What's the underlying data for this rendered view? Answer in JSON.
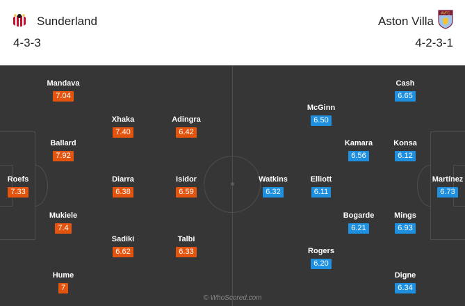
{
  "home": {
    "name": "Sunderland",
    "formation": "4-3-3",
    "crest": "sunderland-crest",
    "rating_color": "#e3540f",
    "players": [
      {
        "name": "Roefs",
        "rating": "7.33"
      },
      {
        "name": "Mandava",
        "rating": "7.04"
      },
      {
        "name": "Ballard",
        "rating": "7.92"
      },
      {
        "name": "Mukiele",
        "rating": "7.4"
      },
      {
        "name": "Hume",
        "rating": "7"
      },
      {
        "name": "Xhaka",
        "rating": "7.40"
      },
      {
        "name": "Diarra",
        "rating": "6.38"
      },
      {
        "name": "Sadiki",
        "rating": "6.62"
      },
      {
        "name": "Adingra",
        "rating": "6.42"
      },
      {
        "name": "Isidor",
        "rating": "6.59"
      },
      {
        "name": "Talbi",
        "rating": "6.33"
      }
    ]
  },
  "away": {
    "name": "Aston Villa",
    "formation": "4-2-3-1",
    "crest": "aston-villa-crest",
    "crest_text": "AVFC",
    "rating_color": "#1f8fe0",
    "players": [
      {
        "name": "Martínez",
        "rating": "6.73"
      },
      {
        "name": "Cash",
        "rating": "6.65"
      },
      {
        "name": "Konsa",
        "rating": "6.12"
      },
      {
        "name": "Mings",
        "rating": "6.93"
      },
      {
        "name": "Digne",
        "rating": "6.34"
      },
      {
        "name": "Kamara",
        "rating": "6.56"
      },
      {
        "name": "Bogarde",
        "rating": "6.21"
      },
      {
        "name": "McGinn",
        "rating": "6.50"
      },
      {
        "name": "Elliott",
        "rating": "6.11"
      },
      {
        "name": "Rogers",
        "rating": "6.20"
      },
      {
        "name": "Watkins",
        "rating": "6.32"
      }
    ]
  },
  "watermark": "© WhoScored.com",
  "pitch_color": "#363636"
}
